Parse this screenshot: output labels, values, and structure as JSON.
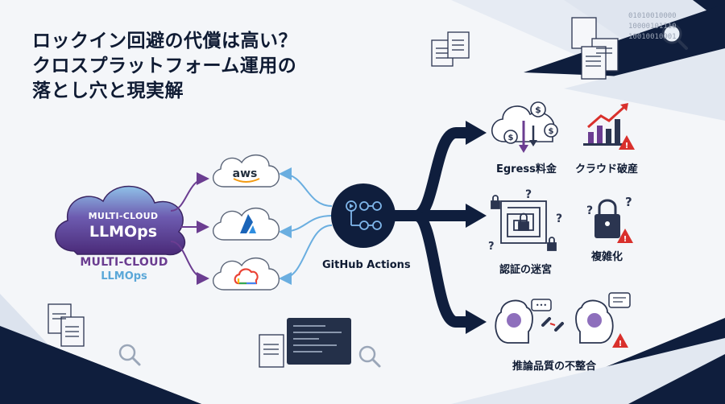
{
  "title": {
    "line1": "ロックイン回避の代償は高い？",
    "line2": "クロスプラットフォーム運用の",
    "line3": "落とし穴と現実解"
  },
  "hub": {
    "line1": "MULTI-CLOUD",
    "line2": "LLMOps",
    "caption_line1": "MULTI-CLOUD",
    "caption_line2": "LLMOps"
  },
  "providers": {
    "aws": "aws"
  },
  "ci": {
    "label": "GitHub Actions"
  },
  "pitfalls": {
    "egress": "Egress料金",
    "cloud_bankruptcy": "クラウド破産",
    "auth_maze": "認証の迷宮",
    "complexity": "複雑化",
    "inference_inconsistency": "推論品質の不整合"
  },
  "decor": {
    "binary": [
      "01010010000",
      "10000101110",
      "10010010001"
    ]
  },
  "colors": {
    "navy": "#0f1e3d",
    "purple": "#6b3d91",
    "light_blue": "#5aa7d8",
    "warning_red": "#d9302c"
  }
}
